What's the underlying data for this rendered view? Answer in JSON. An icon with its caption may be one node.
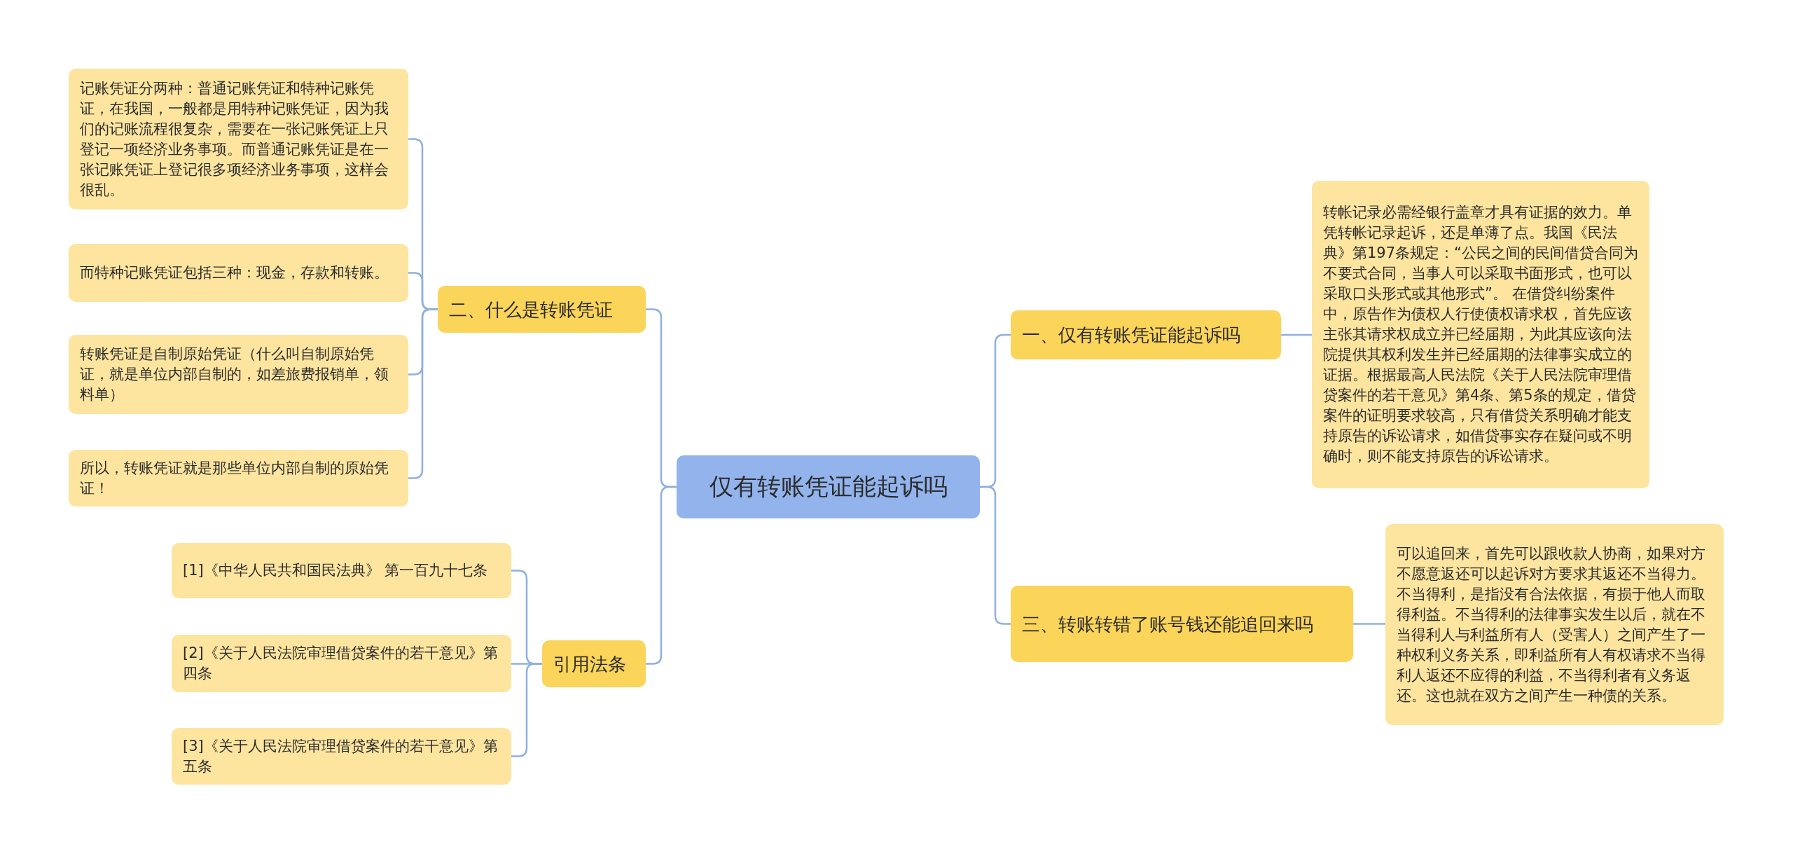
{
  "diagram": {
    "nodes": [
      {
        "text": [
          "仅有转账凭证能起诉吗"
        ]
      },
      {
        "text": [
          "二、什么是转账凭证"
        ]
      },
      {
        "text": [
          "记账凭证分两种：普通记账凭证和特种记账凭证，在我国，一般都是用特种记账凭证，因为我们的记账流程很复杂，需要在一张记账凭证上只登记一项经济业务事项。而普通记账凭证是在一张记账凭证上登记很多项经济业务事项，这样会很乱。"
        ]
      },
      {
        "text": [
          "而特种记账凭证包括三种：现金，存款和转账。"
        ]
      },
      {
        "text": [
          "转账凭证是自制原始凭证（什么叫自制原始凭证，就是单位内部自制的，如差旅费报销单，领料单）"
        ]
      },
      {
        "text": [
          "所以，转账凭证就是那些单位内部自制的原始凭证！"
        ]
      },
      {
        "text": [
          "引用法条"
        ]
      },
      {
        "text": [
          "[1]《中华人民共和国民法典》 第一百九十七条"
        ]
      },
      {
        "text": [
          "[2]《关于人民法院审理借贷案件的若干意见》第四条"
        ]
      },
      {
        "text": [
          "[3]《关于人民法院审理借贷案件的若干意见》第五条"
        ]
      },
      {
        "text": [
          "一、仅有转账凭证能起诉吗"
        ]
      },
      {
        "text": [
          "转帐记录必需经银行盖章才具有证据的效力。单凭转帐记录起诉，还是单薄了点。我国《民法典》第197条规定：“公民之间的民间借贷合同为不要式合同，当事人可以采取书面形式，也可以采取口头形式或其他形式”。 在借贷纠纷案件中，原告作为债权人行使债权请求权，首先应该主张其请求权成立并已经届期，为此其应该向法院提供其权利发生并已经届期的法律事实成立的证据。根据最高人民法院《关于人民法院审理借贷案件的若干意见》第4条、第5条的规定，借贷案件的证明要求较高，只有借贷关系明确才能支持原告的诉讼请求，如借贷事实存在疑问或不明确时，则不能支持原告的诉讼请求。"
        ]
      },
      {
        "text": [
          "三、转账转错了账号钱还能追回来吗"
        ]
      },
      {
        "text": [
          "可以追回来，首先可以跟收款人协商，如果对方不愿意返还可以起诉对方要求其返还不当得力。不当得利，是指没有合法依据，有损于他人而取得利益。不当得利的法律事实发生以后，就在不当得利人与利益所有人（受害人）之间产生了一种权利义务关系，即利益所有人有权请求不当得利人返还不应得的利益，不当得利者有义务返还。这也就在双方之间产生一种债的关系。"
        ]
      }
    ],
    "edges": [
      {
        "from": 0,
        "to": 1,
        "arrow": "none"
      },
      {
        "from": 1,
        "to": 2,
        "arrow": "none"
      },
      {
        "from": 1,
        "to": 3,
        "arrow": "none"
      },
      {
        "from": 1,
        "to": 4,
        "arrow": "none"
      },
      {
        "from": 1,
        "to": 5,
        "arrow": "none"
      },
      {
        "from": 0,
        "to": 6,
        "arrow": "none"
      },
      {
        "from": 6,
        "to": 7,
        "arrow": "none"
      },
      {
        "from": 6,
        "to": 8,
        "arrow": "none"
      },
      {
        "from": 6,
        "to": 9,
        "arrow": "none"
      },
      {
        "from": 0,
        "to": 10,
        "arrow": "none"
      },
      {
        "from": 10,
        "to": 11,
        "arrow": "none"
      },
      {
        "from": 0,
        "to": 12,
        "arrow": "none"
      },
      {
        "from": 12,
        "to": 13,
        "arrow": "none"
      }
    ]
  }
}
